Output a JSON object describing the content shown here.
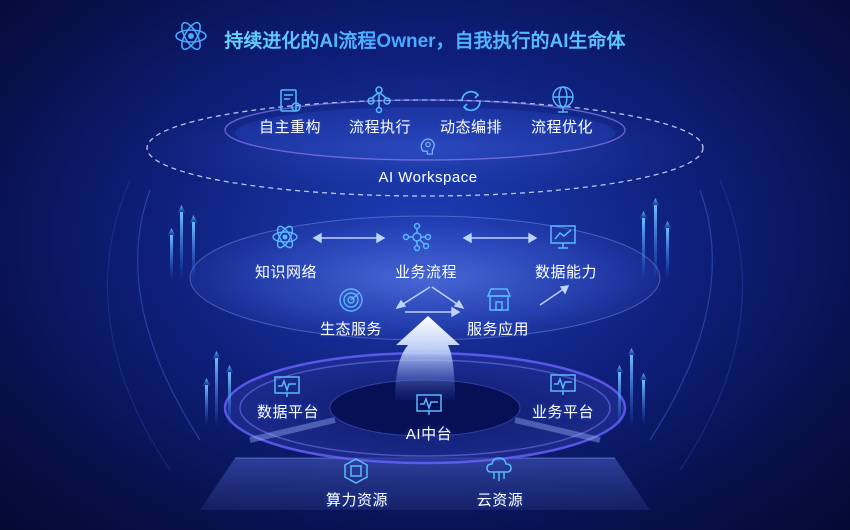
{
  "title": "持续进化的AI流程Owner，自我执行的AI生命体",
  "workspace": {
    "name": "AI Workspace",
    "items": [
      "自主重构",
      "流程执行",
      "动态编排",
      "流程优化"
    ]
  },
  "middle": {
    "items": [
      "知识网络",
      "业务流程",
      "数据能力",
      "生态服务",
      "服务应用"
    ]
  },
  "platform": {
    "items": [
      "数据平台",
      "AI中台",
      "业务平台"
    ]
  },
  "base": {
    "items": [
      "算力资源",
      "云资源"
    ]
  },
  "colors": {
    "accent": "#4aa8ff",
    "icon": "#5ab8ff",
    "title": "#48a8ff"
  },
  "icons": [
    "atom-icon",
    "document-gear-icon",
    "flow-tree-icon",
    "cycle-icon",
    "globe-icon",
    "brain-icon",
    "network-icon",
    "chart-board-icon",
    "radar-icon",
    "store-icon",
    "monitor-icon",
    "chip-icon",
    "cloud-icon"
  ]
}
